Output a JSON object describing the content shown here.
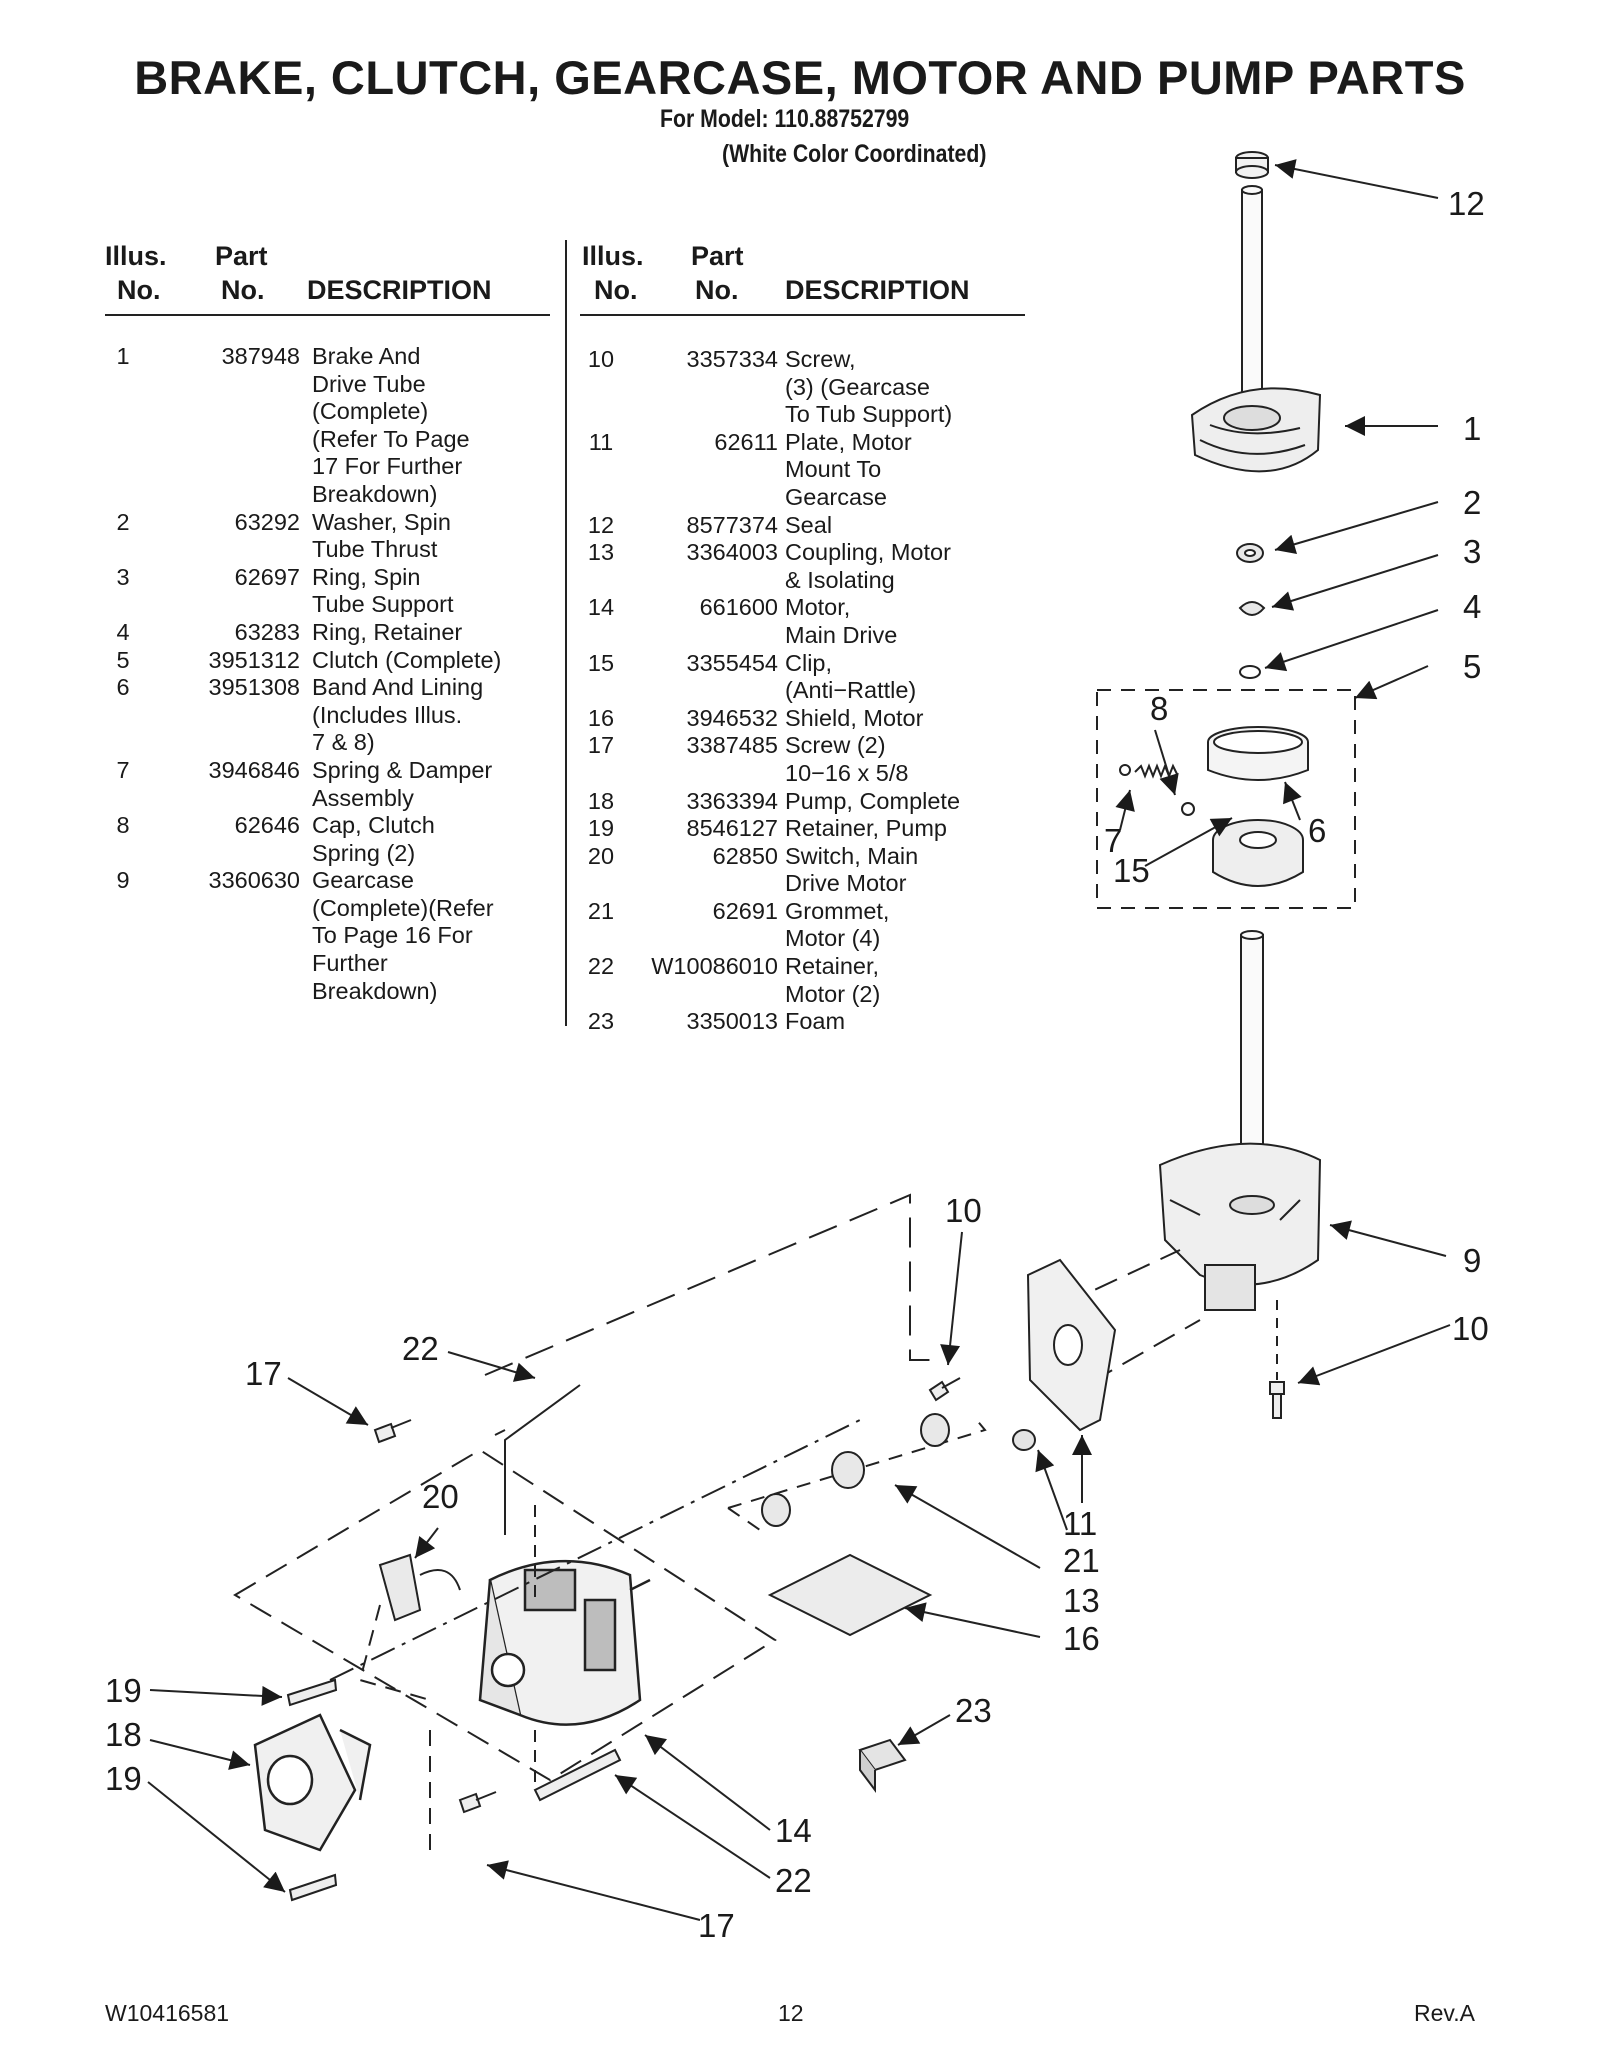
{
  "title": "BRAKE, CLUTCH, GEARCASE, MOTOR AND PUMP PARTS",
  "model_line": "For Model: 110.88752799",
  "color_line": "(White Color Coordinated)",
  "table_headers": {
    "illus_top": "Illus.",
    "illus_bottom": "No.",
    "part_top": "Part",
    "part_bottom": "No.",
    "description": "DESCRIPTION"
  },
  "left_rows": [
    {
      "illus": "1",
      "part": "387948",
      "desc": "Brake And\nDrive Tube\n(Complete)\n(Refer To Page\n17 For Further\nBreakdown)"
    },
    {
      "illus": "2",
      "part": "63292",
      "desc": "Washer, Spin\nTube Thrust"
    },
    {
      "illus": "3",
      "part": "62697",
      "desc": "Ring, Spin\nTube Support"
    },
    {
      "illus": "4",
      "part": "63283",
      "desc": "Ring, Retainer"
    },
    {
      "illus": "5",
      "part": "3951312",
      "desc": "Clutch (Complete)"
    },
    {
      "illus": "6",
      "part": "3951308",
      "desc": "Band And Lining\n(Includes Illus.\n7 & 8)"
    },
    {
      "illus": "7",
      "part": "3946846",
      "desc": "Spring & Damper\nAssembly"
    },
    {
      "illus": "8",
      "part": "62646",
      "desc": "Cap, Clutch\nSpring (2)"
    },
    {
      "illus": "9",
      "part": "3360630",
      "desc": "Gearcase\n(Complete)(Refer\nTo Page 16 For\nFurther\nBreakdown)"
    }
  ],
  "right_rows": [
    {
      "illus": "10",
      "part": "3357334",
      "desc": "Screw,\n(3) (Gearcase\nTo Tub Support)"
    },
    {
      "illus": "11",
      "part": "62611",
      "desc": "Plate, Motor\nMount To\nGearcase"
    },
    {
      "illus": "12",
      "part": "8577374",
      "desc": "Seal"
    },
    {
      "illus": "13",
      "part": "3364003",
      "desc": "Coupling, Motor\n& Isolating"
    },
    {
      "illus": "14",
      "part": "661600",
      "desc": "Motor,\nMain Drive"
    },
    {
      "illus": "15",
      "part": "3355454",
      "desc": "Clip,\n(Anti−Rattle)"
    },
    {
      "illus": "16",
      "part": "3946532",
      "desc": "Shield, Motor"
    },
    {
      "illus": "17",
      "part": "3387485",
      "desc": "Screw (2)\n10−16 x 5/8"
    },
    {
      "illus": "18",
      "part": "3363394",
      "desc": "Pump, Complete"
    },
    {
      "illus": "19",
      "part": "8546127",
      "desc": "Retainer, Pump"
    },
    {
      "illus": "20",
      "part": "62850",
      "desc": "Switch, Main\nDrive Motor"
    },
    {
      "illus": "21",
      "part": "62691",
      "desc": "Grommet,\nMotor (4)"
    },
    {
      "illus": "22",
      "part": "W10086010",
      "desc": "Retainer,\nMotor (2)"
    },
    {
      "illus": "23",
      "part": "3350013",
      "desc": "Foam"
    }
  ],
  "callouts": {
    "c12": "12",
    "c1": "1",
    "c2": "2",
    "c3": "3",
    "c4": "4",
    "c5": "5",
    "c8": "8",
    "c7": "7",
    "c6": "6",
    "c15": "15",
    "c10a": "10",
    "c9": "9",
    "c10b": "10",
    "c22a": "22",
    "c17a": "17",
    "c20": "20",
    "c11": "11",
    "c21": "21",
    "c13": "13",
    "c16": "16",
    "c19a": "19",
    "c18": "18",
    "c19b": "19",
    "c23": "23",
    "c14": "14",
    "c22b": "22",
    "c17b": "17"
  },
  "footer": {
    "doc_number": "W10416581",
    "page_number": "12",
    "revision": "Rev.A"
  }
}
